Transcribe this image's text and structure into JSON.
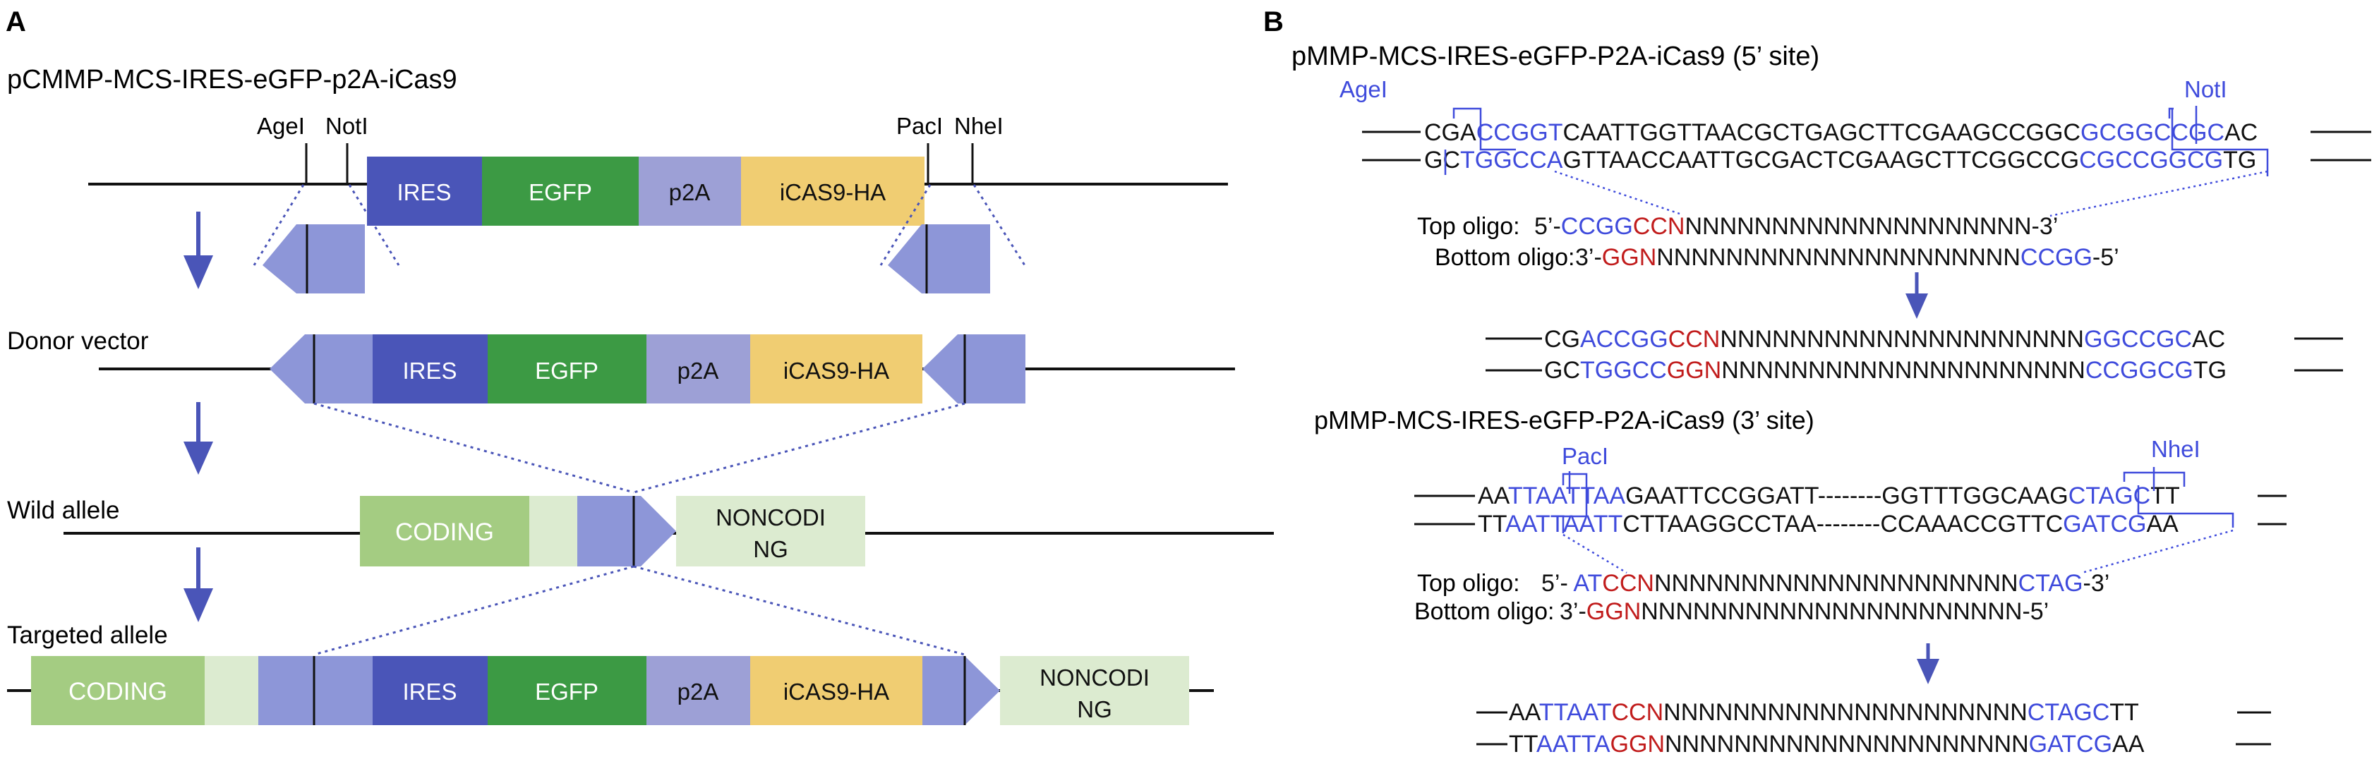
{
  "colors": {
    "ires": "#4a55b8",
    "egfp": "#3c9a44",
    "p2a": "#9da0d6",
    "icas9": "#f0cd72",
    "homology_arm": "#8d96d8",
    "coding": "#a4cc82",
    "coding_light": "#dcebd0",
    "noncoding": "#dcebd0",
    "arrow": "#4a55b8",
    "seq_blue": "#3f4bdc",
    "seq_red": "#c11c1c",
    "seq_black": "#111111"
  },
  "panel_a": {
    "label": "A",
    "plasmid_title": "pCMMP-MCS-IRES-eGFP-p2A-iCas9",
    "sites": [
      "AgeI",
      "NotI",
      "PacI",
      "NheI"
    ],
    "donor_label": "Donor vector",
    "wild_label": "Wild allele",
    "targeted_label": "Targeted allele",
    "cassette": {
      "ires": "IRES",
      "egfp": "EGFP",
      "p2a": "p2A",
      "icas9": "iCAS9-HA"
    },
    "coding": "CODING",
    "noncoding_l1": "NONCODI",
    "noncoding_l2": "NG"
  },
  "panel_b": {
    "label": "B",
    "title_5": "pMMP-MCS-IRES-eGFP-P2A-iCas9 (5’ site)",
    "title_3": "pMMP-MCS-IRES-eGFP-P2A-iCas9 (3’ site)",
    "site_ageI": "AgeI",
    "site_notI": "NotI",
    "site_pacI": "PacI",
    "site_nheI": "NheI",
    "top_oligo_label": "Top oligo:",
    "bottom_oligo_label": "Bottom oligo:",
    "five": {
      "top": [
        [
          "CGA",
          "k"
        ],
        [
          "CCGGT",
          "b"
        ],
        [
          "CAATTGGTTAACGCTGAGCTTCGAAGCCGGC",
          "k"
        ],
        [
          "GCGGCCGC",
          "b"
        ],
        [
          "AC",
          "k"
        ]
      ],
      "bot": [
        [
          "GC",
          "k"
        ],
        [
          "TGGCCA",
          "b"
        ],
        [
          "GTTAACCAATTGCGACTCGAAGCTTCGGCCG",
          "k"
        ],
        [
          "CGCCGGCG",
          "b"
        ],
        [
          "TG",
          "k"
        ]
      ],
      "oligo_top": [
        [
          "5’-",
          "k"
        ],
        [
          "CCGG",
          "b"
        ],
        [
          "CCN",
          "r"
        ],
        [
          "NNNNNNNNNNNNNNNNNNN",
          "k"
        ],
        [
          "N-3’",
          "k"
        ]
      ],
      "oligo_bot": [
        [
          "3’-",
          "k"
        ],
        [
          "GGN",
          "r"
        ],
        [
          "NNNNNNNNNNNNNNNNNNNNN",
          "k"
        ],
        [
          "CCGG",
          "b"
        ],
        [
          "-5’",
          "k"
        ]
      ],
      "res_top": [
        [
          "CG",
          "k"
        ],
        [
          "ACCGG",
          "b"
        ],
        [
          "CCN",
          "r"
        ],
        [
          "NNNNNNNNNNNNNNNNNNNNN",
          "k"
        ],
        [
          "GGCCGC",
          "b"
        ],
        [
          "AC",
          "k"
        ]
      ],
      "res_bot": [
        [
          "GC",
          "k"
        ],
        [
          "TGGCC",
          "b"
        ],
        [
          "GGN",
          "r"
        ],
        [
          "NNNNNNNNNNNNNNNNNNNNN",
          "k"
        ],
        [
          "CCGGCG",
          "b"
        ],
        [
          "TG",
          "k"
        ]
      ]
    },
    "three": {
      "top": [
        [
          "AA",
          "k"
        ],
        [
          "TTAATTAA",
          "b"
        ],
        [
          "GAATTCCGGATT--------GGTTTGGCAAG",
          "k"
        ],
        [
          "CTAGC",
          "b"
        ],
        [
          "TT",
          "k"
        ]
      ],
      "bot": [
        [
          "TT",
          "k"
        ],
        [
          "AATTAATT",
          "b"
        ],
        [
          "CTTAAGGCCTAA--------CCAAACCGTTC",
          "k"
        ],
        [
          "GATCG",
          "b"
        ],
        [
          "AA",
          "k"
        ]
      ],
      "oligo_top": [
        [
          "5’- ",
          "k"
        ],
        [
          "AT",
          "b"
        ],
        [
          "CCN",
          "r"
        ],
        [
          "NNNNNNNNNNNNNNNNNNNNN",
          "k"
        ],
        [
          "CTAG",
          "b"
        ],
        [
          "-3’",
          "k"
        ]
      ],
      "oligo_bot": [
        [
          "3’-",
          "k"
        ],
        [
          "GGN",
          "r"
        ],
        [
          "NNNNNNNNNNNNNNNNNNNNN",
          "k"
        ],
        [
          "N-5’",
          "k"
        ]
      ],
      "res_top": [
        [
          "AA",
          "k"
        ],
        [
          "TTAAT",
          "b"
        ],
        [
          "CCN",
          "r"
        ],
        [
          "NNNNNNNNNNNNNNNNNNNNN",
          "k"
        ],
        [
          "CTAGC",
          "b"
        ],
        [
          "TT",
          "k"
        ]
      ],
      "res_bot": [
        [
          "TT",
          "k"
        ],
        [
          "AATTA",
          "b"
        ],
        [
          "GGN",
          "r"
        ],
        [
          "NNNNNNNNNNNNNNNNNNNNN",
          "k"
        ],
        [
          "GATCG",
          "b"
        ],
        [
          "AA",
          "k"
        ]
      ]
    }
  }
}
